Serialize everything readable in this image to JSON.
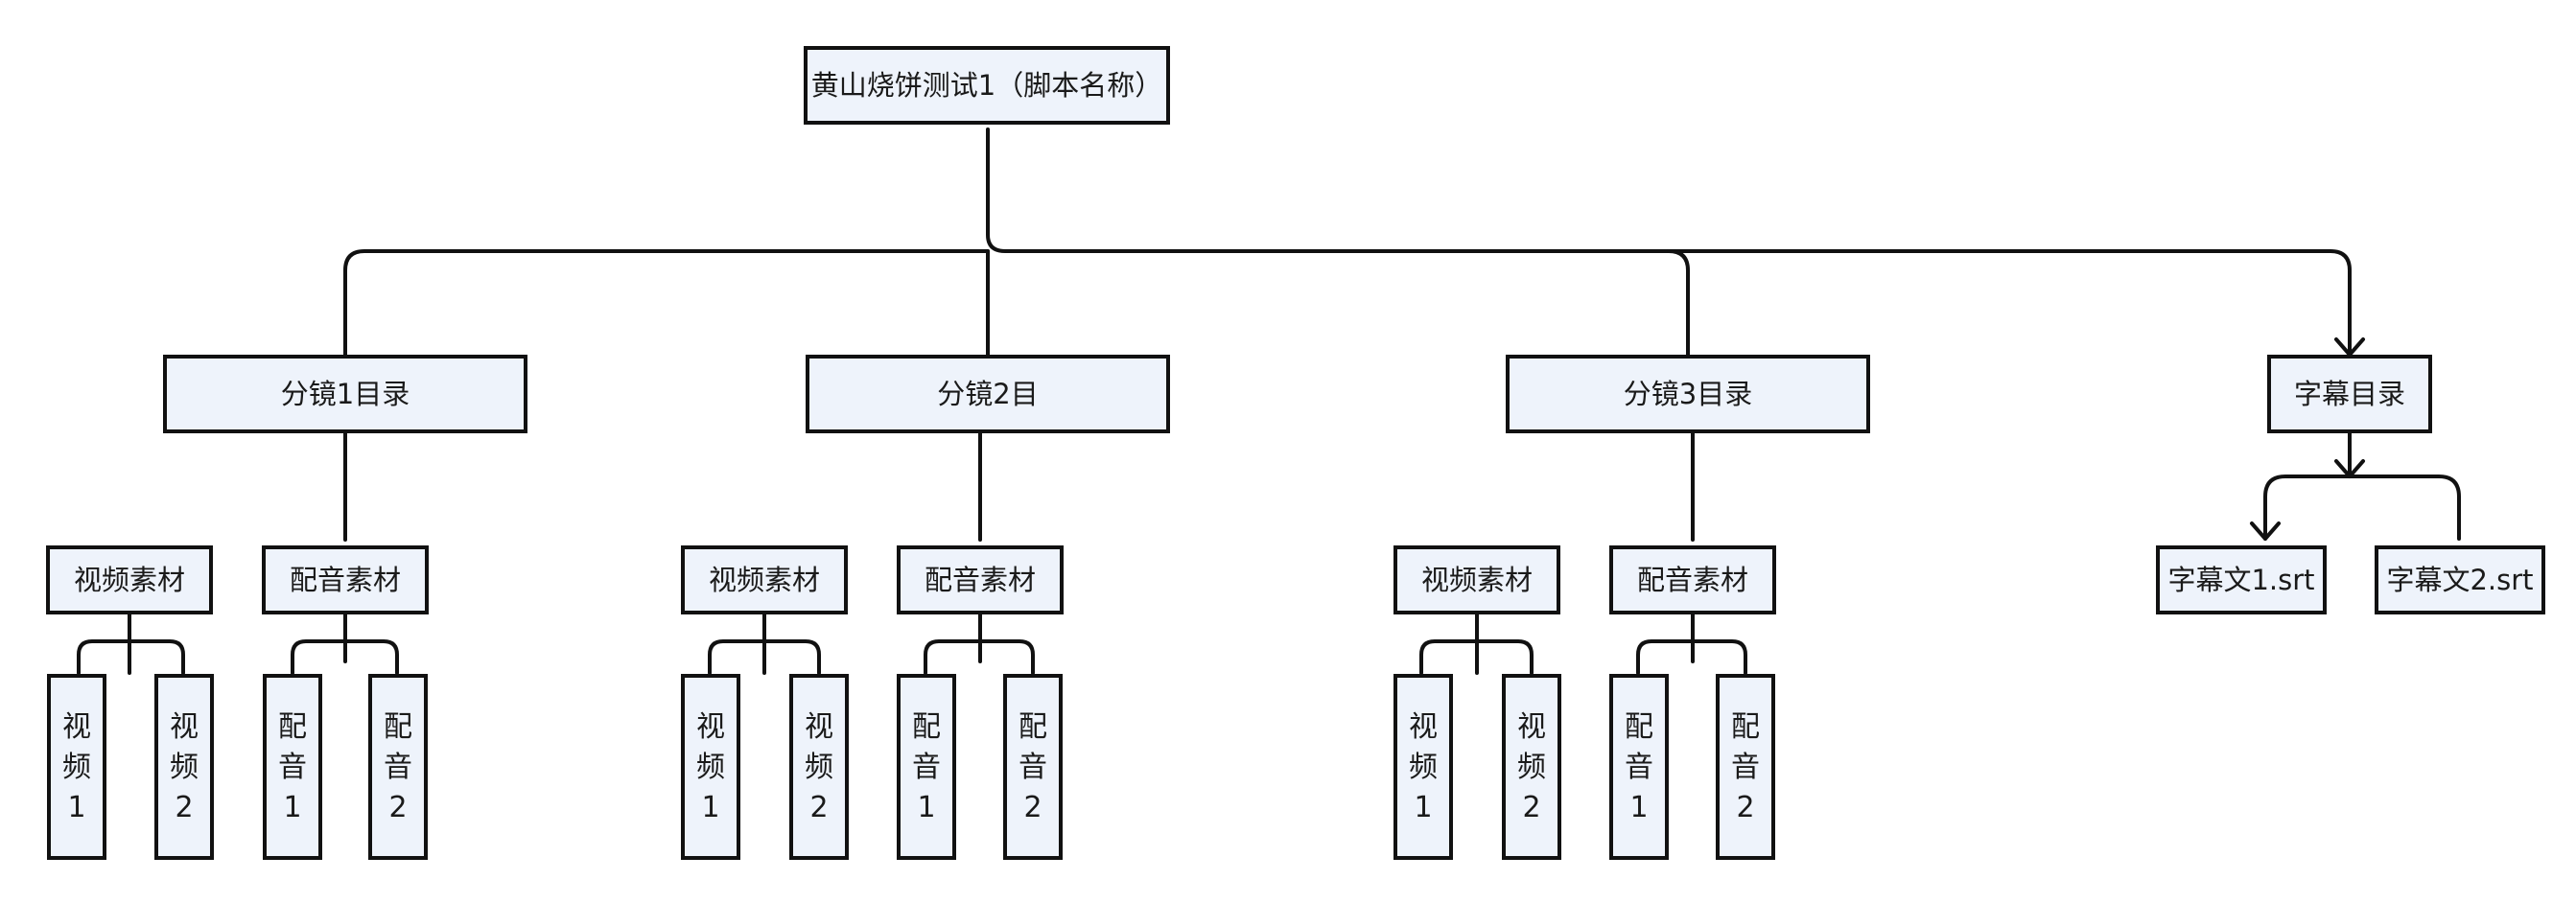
{
  "root": {
    "label": "黄山烧饼测试1（脚本名称）"
  },
  "storyboards": [
    {
      "label": "分镜1目录",
      "video_folder": {
        "label": "视频素材",
        "files": [
          "视频1",
          "视频2"
        ]
      },
      "audio_folder": {
        "label": "配音素材",
        "files": [
          "配音1",
          "配音2"
        ]
      }
    },
    {
      "label": "分镜2目",
      "video_folder": {
        "label": "视频素材",
        "files": [
          "视频1",
          "视频2"
        ]
      },
      "audio_folder": {
        "label": "配音素材",
        "files": [
          "配音1",
          "配音2"
        ]
      }
    },
    {
      "label": "分镜3目录",
      "video_folder": {
        "label": "视频素材",
        "files": [
          "视频1",
          "视频2"
        ]
      },
      "audio_folder": {
        "label": "配音素材",
        "files": [
          "配音1",
          "配音2"
        ]
      }
    }
  ],
  "subtitles": {
    "label": "字幕目录",
    "files": [
      "字幕文1.srt",
      "字幕文2.srt"
    ]
  },
  "colors": {
    "node_fill": "#eef3fb",
    "stroke": "#111111",
    "text": "#1a1a1a"
  }
}
